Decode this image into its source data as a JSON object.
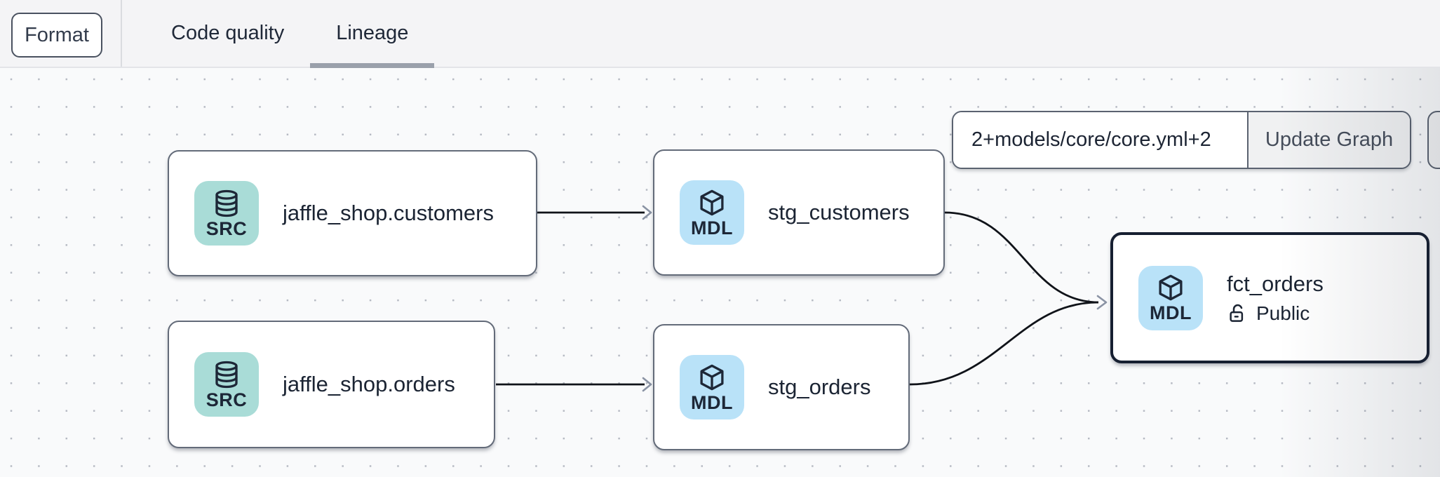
{
  "toolbar": {
    "format_button": "Format",
    "tabs": [
      {
        "label": "Code quality",
        "active": false
      },
      {
        "label": "Lineage",
        "active": true
      }
    ]
  },
  "graph_controls": {
    "selector_input": {
      "value": "2+models/core/core.yml+2"
    },
    "update_button": "Update Graph"
  },
  "graph": {
    "nodes": [
      {
        "label": "jaffle_shop.customers",
        "badge": "SRC",
        "icon": "database-icon",
        "selected": false
      },
      {
        "label": "stg_customers",
        "badge": "MDL",
        "icon": "cube-icon",
        "selected": false
      },
      {
        "label": "jaffle_shop.orders",
        "badge": "SRC",
        "icon": "database-icon",
        "selected": false
      },
      {
        "label": "stg_orders",
        "badge": "MDL",
        "icon": "cube-icon",
        "selected": false
      },
      {
        "label": "fct_orders",
        "badge": "MDL",
        "icon": "cube-icon",
        "access": "Public",
        "selected": true
      }
    ],
    "edges": [
      {
        "from": "jaffle_shop.customers",
        "to": "stg_customers"
      },
      {
        "from": "jaffle_shop.orders",
        "to": "stg_orders"
      },
      {
        "from": "stg_customers",
        "to": "fct_orders"
      },
      {
        "from": "stg_orders",
        "to": "fct_orders"
      }
    ]
  },
  "colors": {
    "src_badge_bg": "#a9dcd7",
    "mdl_badge_bg": "#b9e2f8",
    "node_border": "#636b79",
    "selected_node_border": "#161f31",
    "text_dark": "#1b2433",
    "tab_underline": "#9aa0ab",
    "edge": "#101319",
    "arrowhead": "#8a93a4",
    "topbar_bg": "#f4f4f6",
    "canvas_bg": "#f9fafb"
  }
}
